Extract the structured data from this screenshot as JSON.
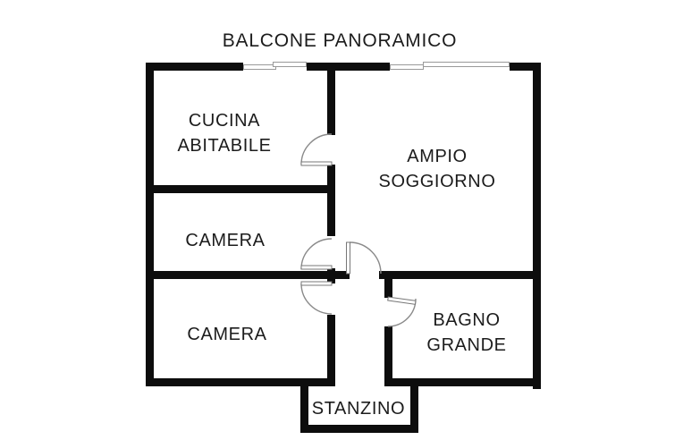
{
  "plan": {
    "balcony_label": "BALCONE PANORAMICO",
    "rooms": {
      "cucina": {
        "line1": "CUCINA",
        "line2": "ABITABILE"
      },
      "soggiorno": {
        "line1": "AMPIO",
        "line2": "SOGGIORNO"
      },
      "camera1": {
        "label": "CAMERA"
      },
      "camera2": {
        "label": "CAMERA"
      },
      "bagno": {
        "line1": "BAGNO",
        "line2": "GRANDE"
      },
      "stanzino": {
        "label": "STANZINO"
      }
    }
  },
  "colors": {
    "background": "#ffffff",
    "wall": "#0d0d0d",
    "text": "#1c1c1c",
    "door_stroke": "#8a8a8a",
    "window_stroke": "#999999"
  }
}
